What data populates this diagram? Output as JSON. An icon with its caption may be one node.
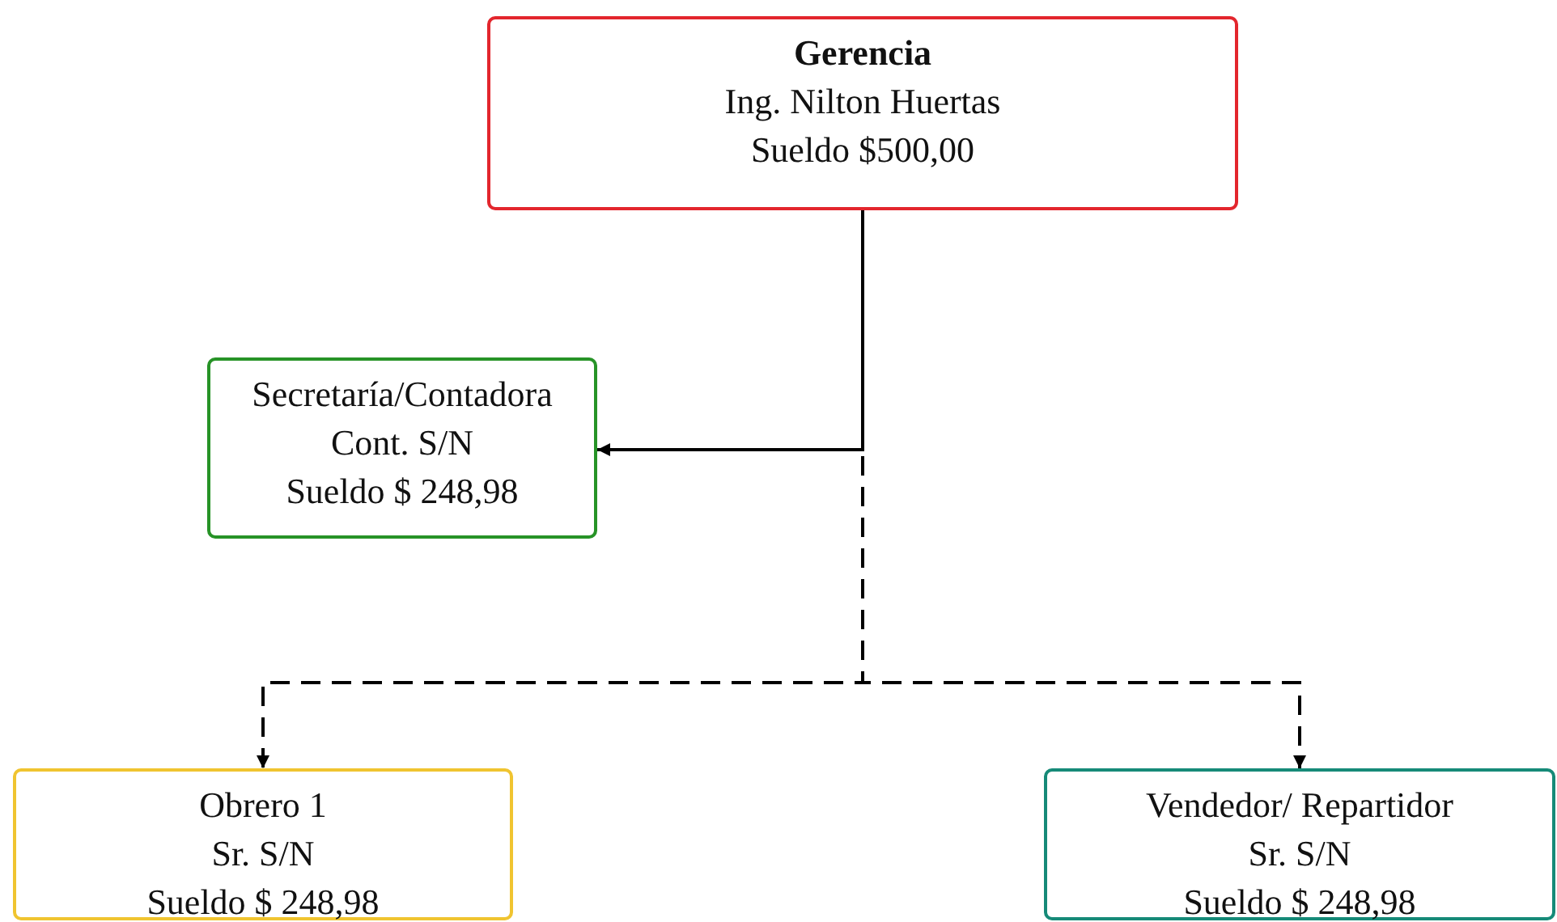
{
  "diagram": {
    "nodes": [
      {
        "text": [
          "Gerencia",
          "Ing. Nilton Huertas",
          "Sueldo $500,00"
        ]
      },
      {
        "text": [
          "Secretaría/Contadora",
          "Cont. S/N",
          "Sueldo $ 248,98"
        ]
      },
      {
        "text": [
          "Obrero 1",
          "Sr. S/N",
          "Sueldo $ 248,98"
        ]
      },
      {
        "text": [
          "Vendedor/ Repartidor",
          "Sr. S/N",
          "Sueldo $ 248,98"
        ]
      }
    ],
    "edges": [
      {
        "from": 0,
        "to": 1,
        "arrow": "to"
      },
      {
        "from": 0,
        "to": 2,
        "arrow": "to",
        "style": "dashed"
      },
      {
        "from": 0,
        "to": 3,
        "arrow": "to",
        "style": "dashed"
      }
    ]
  }
}
